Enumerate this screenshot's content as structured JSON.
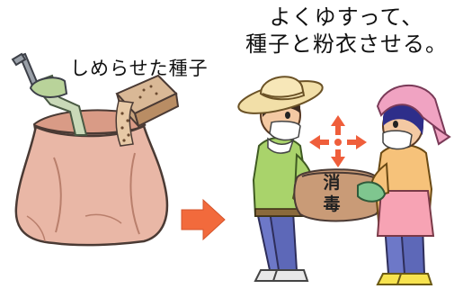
{
  "left_caption": "しめらせた種子",
  "right_caption": {
    "line1": "よくゆすって、",
    "line2": "種子と粉衣させる。"
  },
  "bag_text": {
    "char1": "消",
    "char2": "毒"
  },
  "colors": {
    "sack": "#e9b7a6",
    "sack_outline": "#4a3a34",
    "arrow": "#f26a3c",
    "shake_arrows": "#ef5e3b",
    "shirt_green": "#a9d36b",
    "pants_blue": "#6d78c8",
    "glove_green": "#7fc68f",
    "apron_pink": "#f7a3b4",
    "kerchief_pink": "#f0a3c2",
    "hat_straw": "#f2dfa8"
  },
  "icons": [
    "sack-icon",
    "water-scoop-icon",
    "powder-box-icon",
    "right-arrow-icon",
    "shake-arrows-icon",
    "farmer-man-icon",
    "farmer-woman-icon",
    "seed-bag-icon"
  ]
}
